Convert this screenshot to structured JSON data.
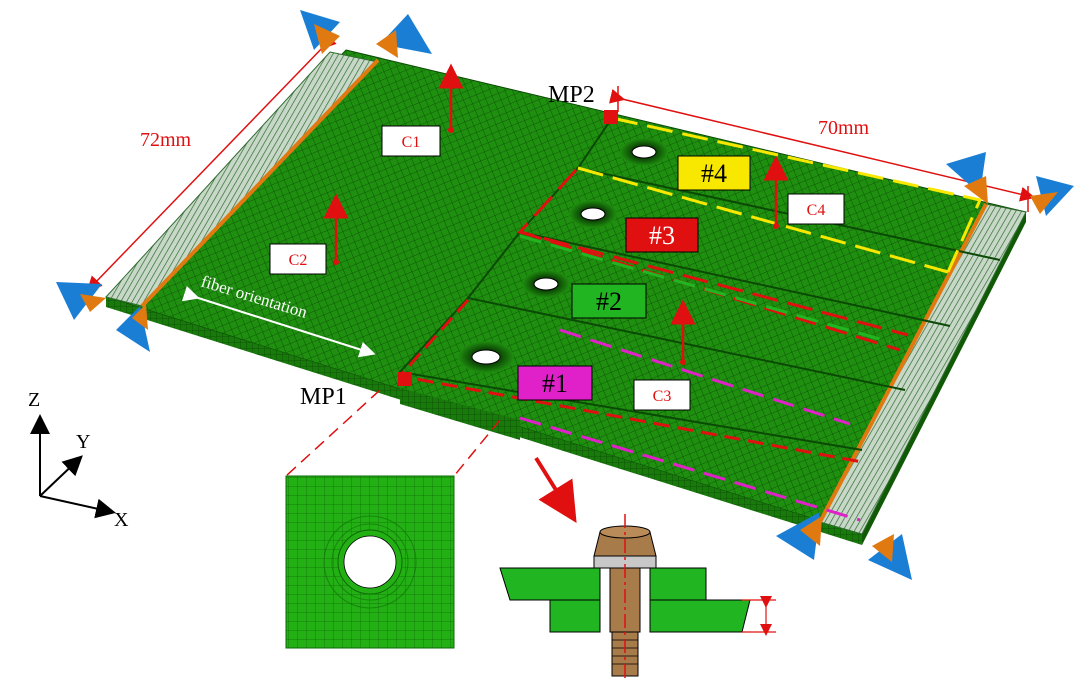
{
  "dimensions": {
    "width_label": "72mm",
    "length_label": "70mm"
  },
  "monitor_points": {
    "mp1": "MP1",
    "mp2": "MP2"
  },
  "load_labels": {
    "c1": "C1",
    "c2": "C2",
    "c3": "C3",
    "c4": "C4"
  },
  "bolt_labels": {
    "b1": "#1",
    "b2": "#2",
    "b3": "#3",
    "b4": "#4"
  },
  "fiber_label": "fiber orientation",
  "axes": {
    "z": "Z",
    "y": "Y",
    "x": "X"
  },
  "colors": {
    "mesh_green": "#1f8f0f",
    "mesh_dark": "#0d5a06",
    "constraint_orange": "#e07a10",
    "triangle_blue": "#1a7fd4",
    "annotation_red": "#e01010",
    "bolt_brown": "#a87b4a",
    "label_magenta": "#e020c8",
    "label_green": "#22b522",
    "label_red": "#e01010",
    "label_yellow": "#f8e800"
  }
}
